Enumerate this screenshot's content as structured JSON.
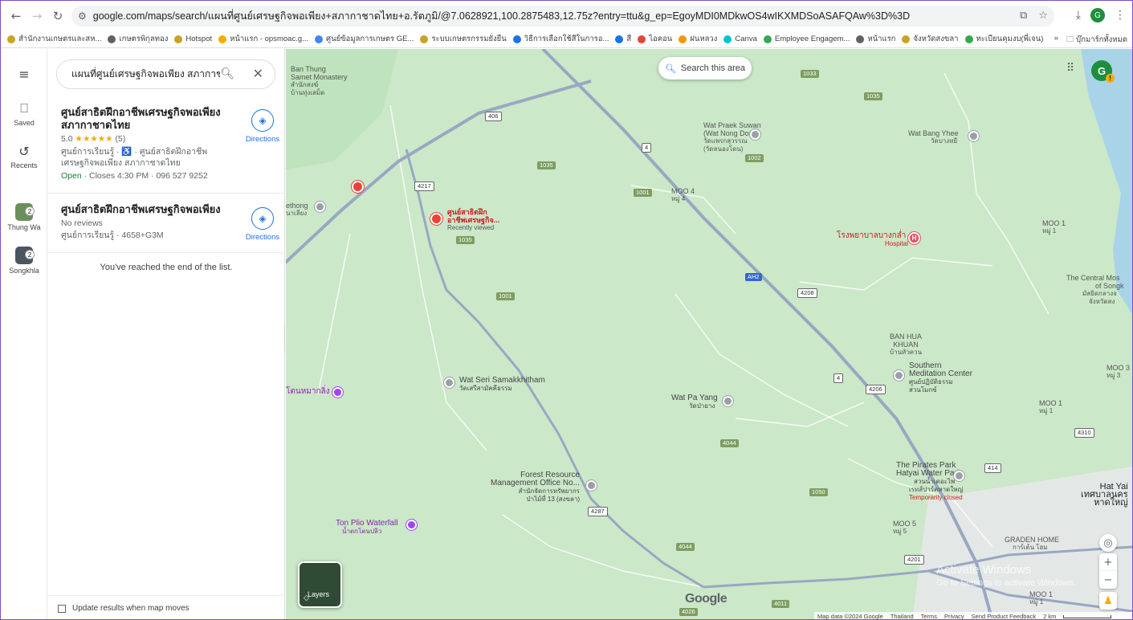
{
  "browser": {
    "url": "google.com/maps/search/แผนที่ศูนย์เศรษฐกิจพอเพียง+สภากาชาดไทย+อ.รัตภูมิ/@7.0628921,100.2875483,12.75z?entry=ttu&g_ep=EgoyMDI0MDkwOS4wIKXMDSoASAFQAw%3D%3D",
    "bookmarks": [
      {
        "label": "สำนักงานเกษตรและสห...",
        "color": "#c9a227"
      },
      {
        "label": "เกษตรพิกุลทอง",
        "color": "#5f6368"
      },
      {
        "label": "Hotspot",
        "color": "#c9a227"
      },
      {
        "label": "หน้าแรก - opsmoac.g...",
        "color": "#f9ab00"
      },
      {
        "label": "ศูนย์ข้อมูลการเกษตร GE...",
        "color": "#4285f4"
      },
      {
        "label": "ระบบเกษตรกรรมยั่งยืน",
        "color": "#c9a227"
      },
      {
        "label": "วิธีการเลือกใช้สีในการอ...",
        "color": "#1a73e8"
      },
      {
        "label": "สี",
        "color": "#1a73e8"
      },
      {
        "label": "ไอคอน",
        "color": "#ea4335"
      },
      {
        "label": "ฝนหลวง",
        "color": "#f29900"
      },
      {
        "label": "Canva",
        "color": "#00c4cc"
      },
      {
        "label": "Employee Engagem...",
        "color": "#34a853"
      },
      {
        "label": "หน้าแรก",
        "color": "#5f6368"
      },
      {
        "label": "จังหวัดสงขลา",
        "color": "#c9a227"
      },
      {
        "label": "ทะเบียนคุมงบ(พี่เจน)",
        "color": "#34a853"
      }
    ],
    "bookmarks_more": "»",
    "all_bookmarks": "บุ๊กมาร์กทั้งหมด",
    "profile_initial": "G"
  },
  "rail": {
    "saved": "Saved",
    "recents": "Recents",
    "thumb1_label": "Thung Wa",
    "thumb1_count": "2",
    "thumb2_label": "Songkhla",
    "thumb2_count": "2"
  },
  "search": {
    "query": "แผนที่ศูนย์เศรษฐกิจพอเพียง สภากาชาดไทย"
  },
  "results": [
    {
      "title": "ศูนย์สาธิตฝึกอาชีพเศรษฐกิจพอเพียง สภากาชาดไทย",
      "rating": "5.0",
      "stars": "★★★★★",
      "reviews": "(5)",
      "category": "ศูนย์การเรียนรู้ · ♿ · ศูนย์สาธิตฝึกอาชีพเศรษฐกิจพอเพียง สภากาชาดไทย",
      "open": "Open",
      "hours": " · Closes 4:30 PM · 096 527 9252",
      "directions": "Directions"
    },
    {
      "title": "ศูนย์สาธิตฝึกอาชีพเศรษฐกิจพอเพียง",
      "reviews_text": "No reviews",
      "category": "ศูนย์การเรียนรู้ · 4658+G3M",
      "directions": "Directions"
    }
  ],
  "end_of_list": "You've reached the end of the list.",
  "update_results": "Update results when map moves",
  "map": {
    "search_area": "Search this area",
    "layers": "Layers",
    "google": "Google",
    "footer": [
      "Map data ©2024 Google",
      "Thailand",
      "Terms",
      "Privacy",
      "Send Product Feedback",
      "2 km"
    ],
    "watermark_1": "Activate Windows",
    "watermark_2": "Go to Settings to activate Windows.",
    "labels": {
      "ban_thung": "Ban Thung",
      "samet": "Samet Monastery",
      "samet_th1": "สำนักสงฆ์",
      "samet_th2": "บ้านทุ่งเสม็ด",
      "praek": "Wat Praek Suwan",
      "praek2": "(Wat Nong Don)",
      "praek_th1": "วัดแพรกสุวรรณ",
      "praek_th2": "(วัดหนองโดน)",
      "bang_yhee": "Wat Bang Yhee",
      "bang_yhee_th": "วัดบางหยี",
      "moo4": "MOO 4",
      "moo4_th": "หมู่ 4",
      "ethong": "ethong",
      "ethong_th": "นาเลียง",
      "center1": "ศูนย์สาธิตฝึก",
      "center2": "อาชีพเศรษฐกิจ...",
      "recent": "Recently viewed",
      "hospital": "โรงพยาบาลบางกล่ำ",
      "hospital_en": "Hospital",
      "central1": "The Central Mos",
      "central2": "of Songk",
      "central3": "มัสยิดกลางจ",
      "central4": "จังหวัดสง",
      "moo1a": "MOO 1",
      "moo1a_th": "หมู่ 1",
      "seri": "Wat Seri Samakkhitham",
      "seri_th": "วัดเสรีสามัคคีธรรม",
      "tonnam": "โตนหมากลิ่ง",
      "huakhuan1": "BAN HUA",
      "huakhuan2": "KHUAN",
      "huakhuan_th": "บ้านหัวควน",
      "southern1": "Southern",
      "southern2": "Meditation Center",
      "southern_th1": "ศูนย์ปฏิบัติธรรม",
      "southern_th2": "สวนโมกข์",
      "moo3": "MOO 3",
      "moo3_th": "หมู่ 3",
      "pa_yang": "Wat Pa Yang",
      "pa_yang_th": "วัดป่ายาง",
      "moo1b": "MOO 1",
      "moo1b_th": "หมู่ 1",
      "forest1": "Forest Resource",
      "forest2": "Management Office No...",
      "forest_th1": "สำนักจัดการทรัพยากร",
      "forest_th2": "ป่าไม้ที่ 13 (สงขลา)",
      "pirates1": "The Pirates Park",
      "pirates2": "Hatyai Water Park",
      "pirates_th1": "สวนน้ำเดอะไพ",
      "pirates_th2": "เรทส์ปาร์คหาดใหญ่",
      "pirates_closed": "Temporarily closed",
      "hatyai1": "Hat Yai",
      "hatyai2": "เทศบาลนคร",
      "hatyai3": "หาดใหญ่",
      "tonplio": "Ton Plio Waterfall",
      "tonplio_th": "น้ำตกโตนปลิว",
      "moo5": "MOO 5",
      "moo5_th": "หมู่ 5",
      "graden": "GRADEN HOME",
      "graden_th": "การ์เด้น โฮม",
      "moo1c": "MOO 1",
      "moo1c_th": "หมู่ 1"
    },
    "shields": {
      "s406": "406",
      "s4_top": "4",
      "s1035": "1035",
      "s4217": "4217",
      "s1001a": "1001",
      "s1033": "1033",
      "s1035b": "1035",
      "s1002": "1002",
      "s1035c": "1035",
      "s1001b": "1001",
      "sah2": "AH2",
      "s4208": "4208",
      "s4_mid": "4",
      "s4206": "4206",
      "s4044a": "4044",
      "s1050": "1050",
      "s414": "414",
      "s4310": "4310",
      "s4287": "4287",
      "s4044b": "4044",
      "s4201": "4201",
      "s4011": "4011",
      "s4026": "4026"
    }
  }
}
